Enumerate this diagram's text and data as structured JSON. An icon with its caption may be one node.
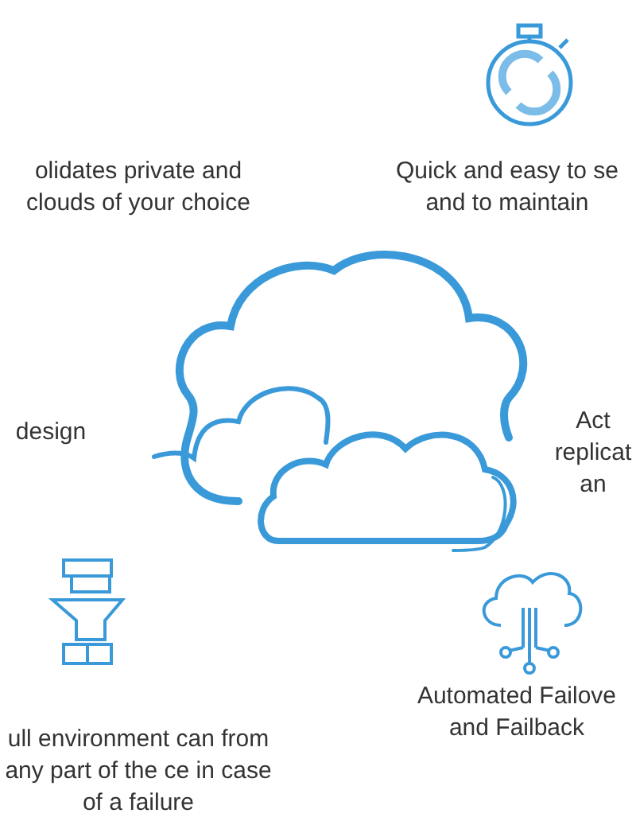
{
  "diagram": {
    "labels": [
      "olidates private and clouds of your choice",
      "Quick and easy to se and to maintain",
      "design",
      "Act replicat an",
      "ull environment can from any part of the ce in case of a failure",
      "Automated Failove and Failback"
    ]
  }
}
